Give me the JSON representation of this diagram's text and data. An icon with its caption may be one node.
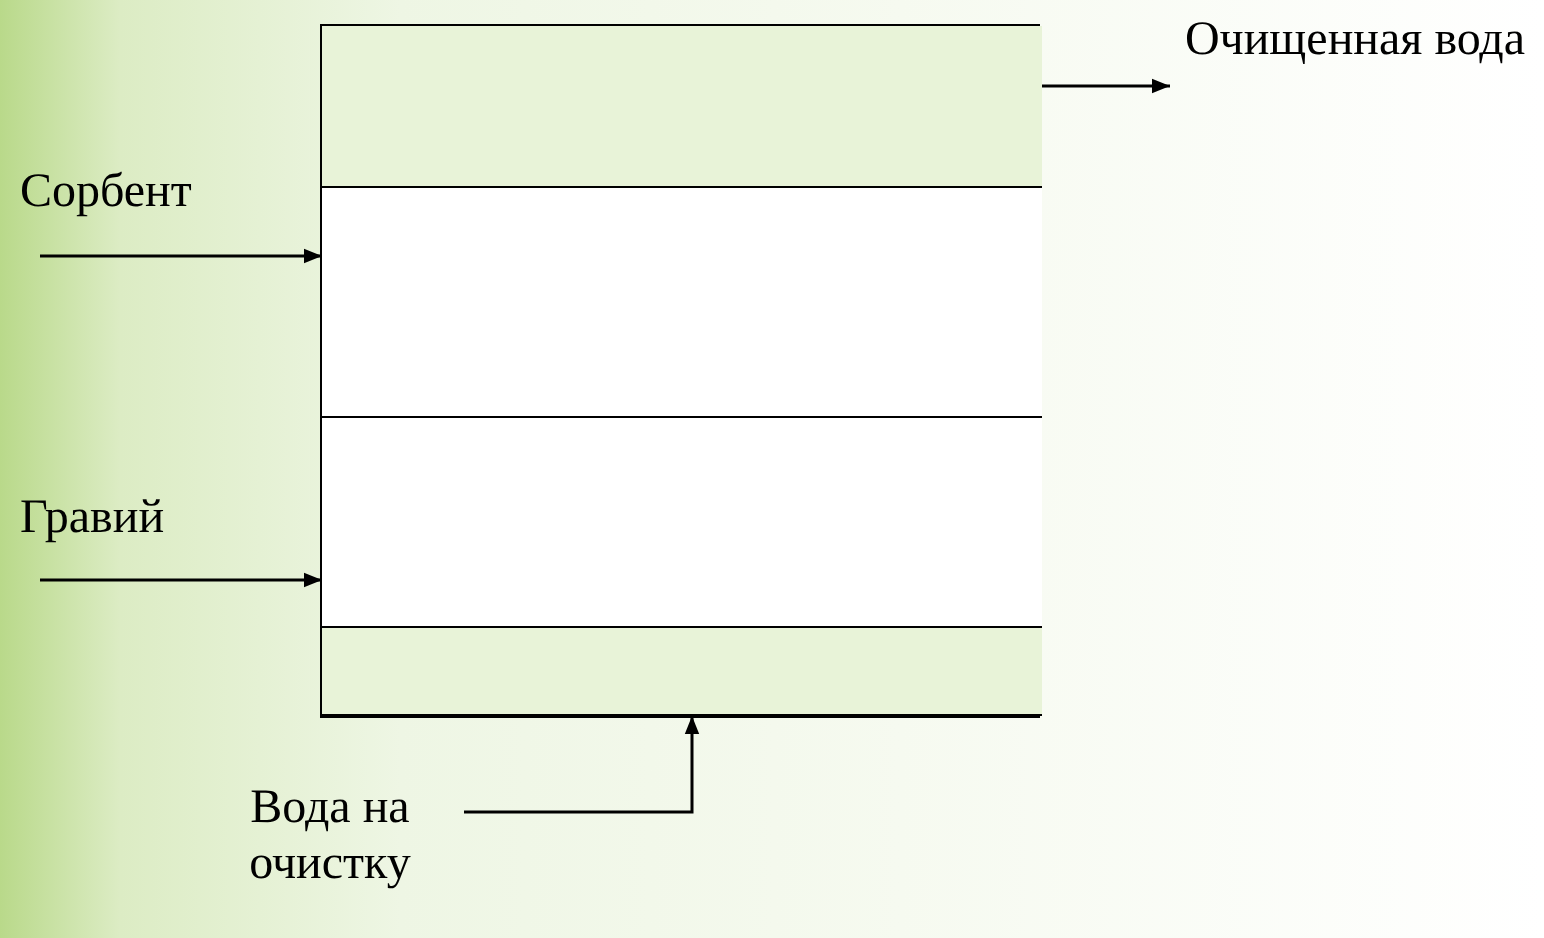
{
  "diagram": {
    "nodes": [
      {
        "text": [],
        "shape": "box"
      },
      {
        "text": [],
        "shape": "band",
        "in": 0
      },
      {
        "text": [],
        "shape": "band",
        "in": 0
      },
      {
        "text": [],
        "shape": "band",
        "in": 0
      },
      {
        "text": [],
        "shape": "band",
        "in": 0
      },
      {
        "text": [
          "Сорбент"
        ]
      },
      {
        "text": [
          "Гравий"
        ]
      },
      {
        "text": [
          "Вода на очистку"
        ]
      },
      {
        "text": [
          "Очищенная вода"
        ]
      }
    ],
    "edges": [
      {
        "from": 5,
        "to": 2,
        "arrow": "to"
      },
      {
        "from": 6,
        "to": 3,
        "arrow": "to"
      },
      {
        "from": 7,
        "to": 4,
        "arrow": "to"
      },
      {
        "from": 1,
        "to": 8,
        "arrow": "to"
      }
    ]
  }
}
